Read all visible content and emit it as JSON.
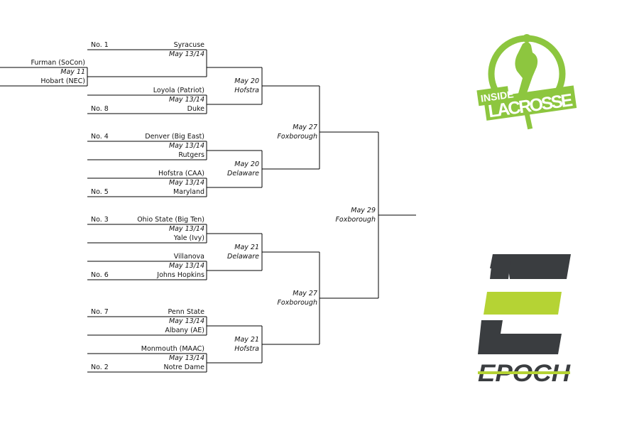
{
  "play_in": {
    "top": "Furman (SoCon)",
    "date": "May 11",
    "bottom": "Hobart (NEC)"
  },
  "first_round": [
    {
      "seed_top": "No. 1",
      "top": "Syracuse",
      "date": "May 13/14",
      "bottom": "",
      "seed_bottom": ""
    },
    {
      "seed_top": "",
      "top": "Loyola (Patriot)",
      "date": "May 13/14",
      "bottom": "Duke",
      "seed_bottom": "No. 8"
    },
    {
      "seed_top": "No. 4",
      "top": "Denver (Big East)",
      "date": "May 13/14",
      "bottom": "Rutgers",
      "seed_bottom": ""
    },
    {
      "seed_top": "",
      "top": "Hofstra (CAA)",
      "date": "May 13/14",
      "bottom": "Maryland",
      "seed_bottom": "No. 5"
    },
    {
      "seed_top": "No. 3",
      "top": "Ohio State (Big Ten)",
      "date": "May 13/14",
      "bottom": "Yale (Ivy)",
      "seed_bottom": ""
    },
    {
      "seed_top": "",
      "top": "Villanova",
      "date": "May 13/14",
      "bottom": "Johns Hopkins",
      "seed_bottom": "No. 6"
    },
    {
      "seed_top": "No. 7",
      "top": "Penn State",
      "date": "May 13/14",
      "bottom": "Albany (AE)",
      "seed_bottom": ""
    },
    {
      "seed_top": "",
      "top": "Monmouth (MAAC)",
      "date": "May 13/14",
      "bottom": "Notre Dame",
      "seed_bottom": "No. 2"
    }
  ],
  "quarterfinals": [
    {
      "date": "May 20",
      "venue": "Hofstra"
    },
    {
      "date": "May 20",
      "venue": "Delaware"
    },
    {
      "date": "May 21",
      "venue": "Delaware"
    },
    {
      "date": "May 21",
      "venue": "Hofstra"
    }
  ],
  "semifinals": [
    {
      "date": "May 27",
      "venue": "Foxborough"
    },
    {
      "date": "May 27",
      "venue": "Foxborough"
    }
  ],
  "final": {
    "date": "May 29",
    "venue": "Foxborough"
  },
  "logos": {
    "inside_lacrosse": {
      "line1": "INSIDE",
      "line2": "LACROSSE",
      "color": "#8dc63f"
    },
    "epoch": {
      "word": "EPOCH",
      "dark": "#3a3d40",
      "accent": "#b5d334"
    }
  }
}
